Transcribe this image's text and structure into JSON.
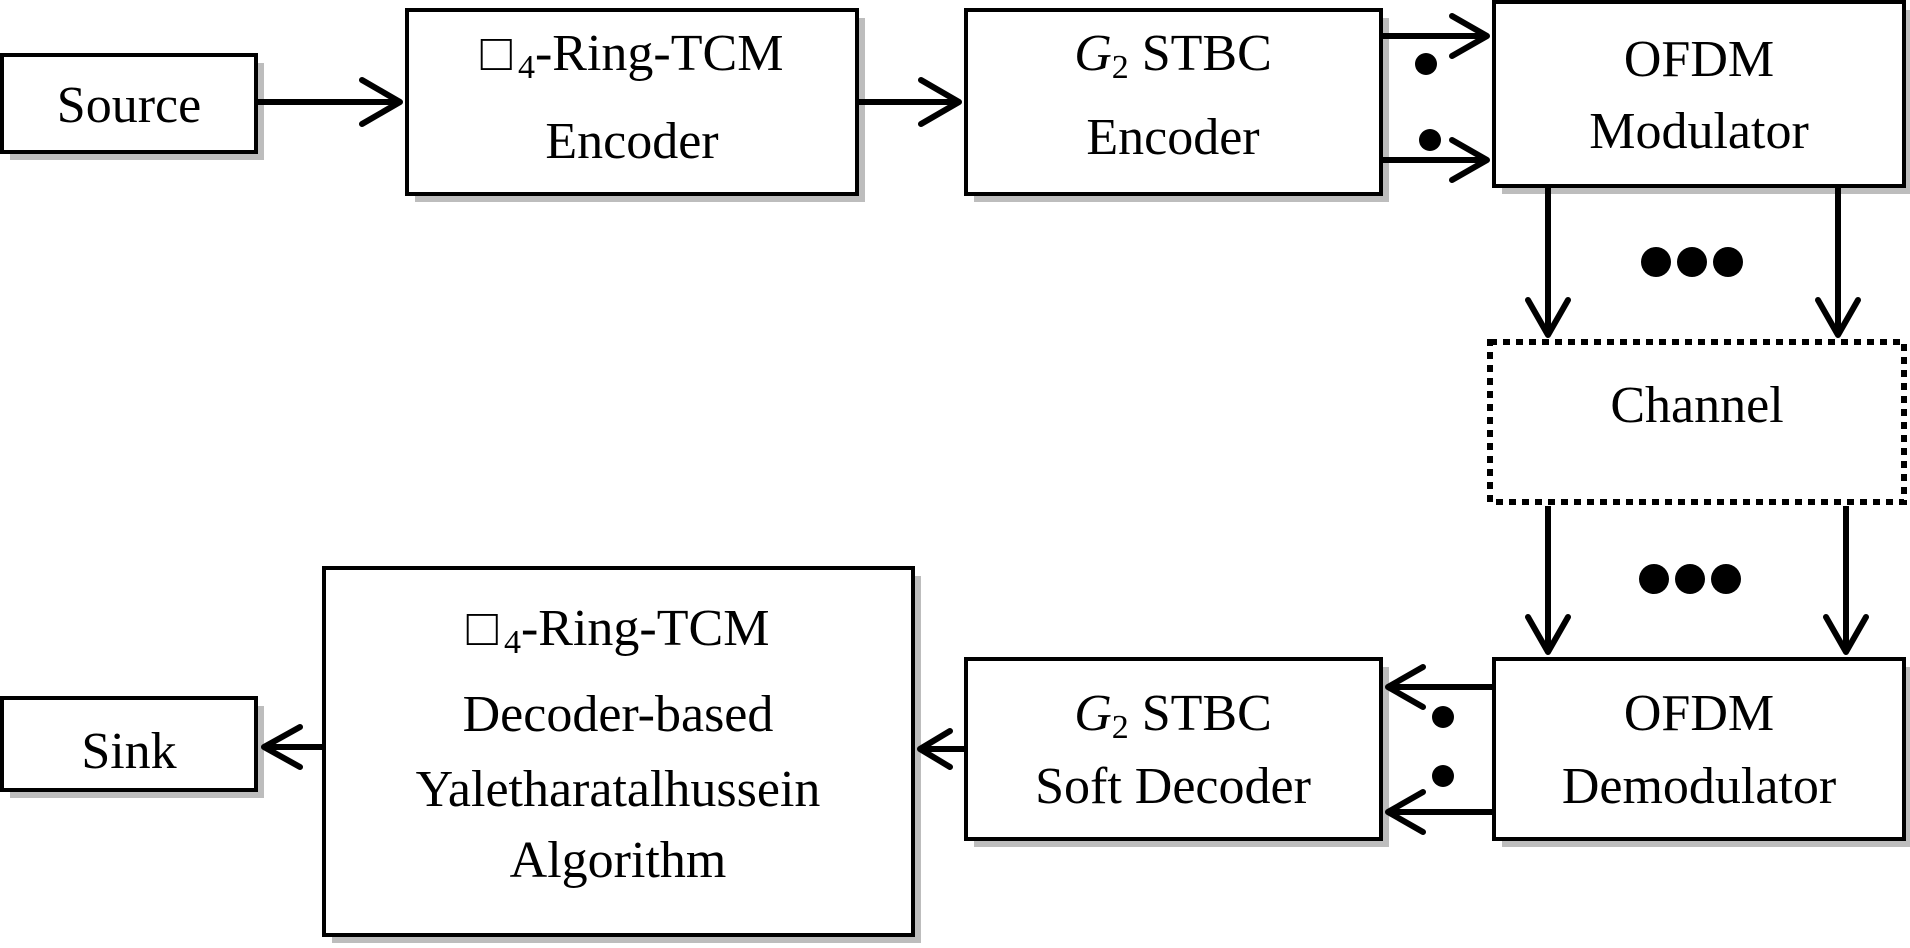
{
  "blocks": {
    "source": {
      "line1": "Source"
    },
    "ring_tcm_encoder": {
      "symbol": "□",
      "subscript": "4",
      "line1_rest": "-Ring-TCM",
      "line2": "Encoder"
    },
    "stbc_encoder": {
      "g": "G",
      "g_sub": "2",
      "line1_rest": " STBC",
      "line2": "Encoder"
    },
    "ofdm_modulator": {
      "line1": "OFDM",
      "line2": "Modulator"
    },
    "channel": {
      "line1": "Channel"
    },
    "ofdm_demodulator": {
      "line1": "OFDM",
      "line2": "Demodulator"
    },
    "stbc_decoder": {
      "g": "G",
      "g_sub": "2",
      "line1_rest": " STBC",
      "line2": "Soft Decoder"
    },
    "ring_tcm_decoder": {
      "symbol": "□",
      "subscript": "4",
      "line1_rest": "-Ring-TCM",
      "line2": "Decoder-based",
      "line3": "Yaletharatalhussein",
      "line4": "Algorithm"
    },
    "sink": {
      "line1": "Sink"
    }
  },
  "colors": {
    "stroke": "#000000",
    "shadow": "#bdbdbd",
    "background": "#ffffff"
  }
}
